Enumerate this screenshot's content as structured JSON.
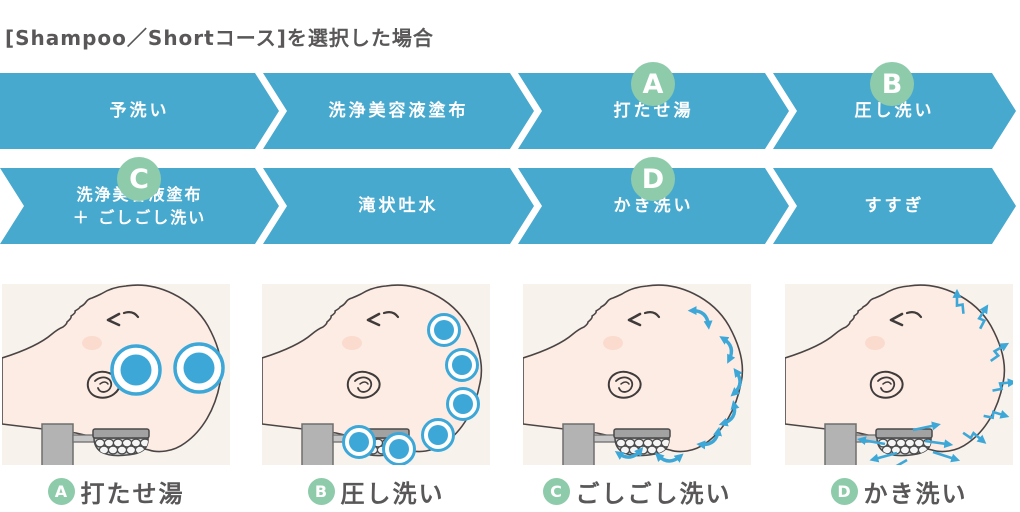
{
  "title": "[Shampoo／Shortコース]を選択した場合",
  "flow": {
    "row1": [
      {
        "label": "予洗い"
      },
      {
        "label": "洗浄美容液塗布"
      },
      {
        "label": "打たせ湯",
        "badge": "A"
      },
      {
        "label": "圧し洗い",
        "badge": "B"
      }
    ],
    "row2": [
      {
        "label": "洗浄美容液塗布\n＋ ごしごし洗い",
        "badge": "C"
      },
      {
        "label": "滝状吐水"
      },
      {
        "label": "かき洗い",
        "badge": "D"
      },
      {
        "label": "すすぎ"
      }
    ]
  },
  "captions": [
    {
      "badge": "A",
      "label": "打たせ湯"
    },
    {
      "badge": "B",
      "label": "圧し洗い"
    },
    {
      "badge": "C",
      "label": "ごしごし洗い"
    },
    {
      "badge": "D",
      "label": "かき洗い"
    }
  ],
  "icons": {
    "panel_a_overlay": "water-jet-ripple-circles",
    "panel_b_overlay": "press-wash-dots",
    "panel_c_overlay": "scrub-double-arrows",
    "panel_d_overlay": "rake-zigzag-arrows"
  },
  "colors": {
    "flow_arrow_blue": "#47a9ce",
    "badge_green": "#8ecbaa",
    "overlay_blue": "#3da8d8",
    "text_dark_gray": "#595757",
    "panel_background": "#f7f2ec",
    "skin": "#fdece4",
    "white": "#ffffff"
  }
}
